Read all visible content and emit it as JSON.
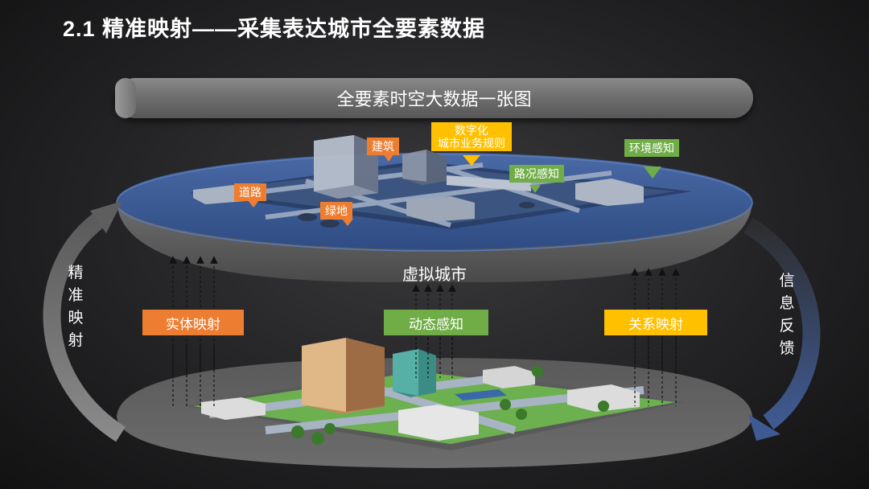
{
  "title": "2.1 精准映射——采集表达城市全要素数据",
  "banner": "全要素时空大数据一张图",
  "virtual_city": "虚拟城市",
  "left_side": [
    "精",
    "准",
    "映",
    "射"
  ],
  "right_side": [
    "信",
    "息",
    "反",
    "馈"
  ],
  "mapping_boxes": {
    "entity": "实体映射",
    "dynamic": "动态感知",
    "relation": "关系映射"
  },
  "tags": {
    "building": "建筑",
    "digital_line1": "数字化",
    "digital_line2": "城市业务规则",
    "environment": "环境感知",
    "traffic": "路况感知",
    "road": "道路",
    "green": "绿地"
  },
  "colors": {
    "orange": "#ed7d31",
    "green": "#70ad47",
    "yellow": "#ffc000",
    "disc_blue": "#3f5d96",
    "disc_gray": "#7a7a7a"
  }
}
